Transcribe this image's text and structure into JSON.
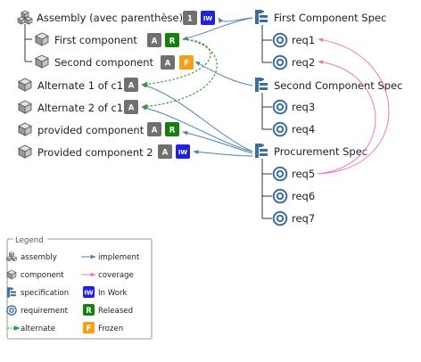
{
  "colors": {
    "implement": "#4a7fb0",
    "coverage": "#f07ab8",
    "alternate": "#3a9a3a",
    "tree_line": "#333333",
    "badge_gray": "#707070",
    "badge_in_work": "#1e22d8",
    "badge_released": "#16800e",
    "badge_frozen": "#f5a017",
    "spec_icon": "#3b6fa0",
    "requirement_icon": "#3b6fa0"
  },
  "components": {
    "assembly": {
      "label": "Assembly (avec parenthèse)",
      "badges": [
        "1",
        "IW"
      ]
    },
    "first": {
      "label": "First component",
      "badges": [
        "A",
        "R"
      ]
    },
    "second": {
      "label": "Second component",
      "badges": [
        "A",
        "F"
      ]
    },
    "alt1": {
      "label": "Alternate 1 of c1",
      "badges": [
        "A"
      ]
    },
    "alt2": {
      "label": "Alternate 2 of c1",
      "badges": [
        "A"
      ]
    },
    "provided": {
      "label": "provided component",
      "badges": [
        "A",
        "R"
      ]
    },
    "provided2": {
      "label": "Provided component 2",
      "badges": [
        "A",
        "IW"
      ]
    }
  },
  "specs": {
    "first": {
      "label": "First Component Spec",
      "requirements": [
        "req1",
        "req2"
      ]
    },
    "second": {
      "label": "Second Component Spec",
      "requirements": [
        "req3",
        "req4"
      ]
    },
    "procurement": {
      "label": "Procurement Spec",
      "requirements": [
        "req5",
        "req6",
        "req7"
      ]
    }
  },
  "legend": {
    "title": "Legend",
    "assembly": "assembly",
    "component": "component",
    "specification": "specification",
    "requirement": "requirement",
    "alternate": "alternate",
    "implement": "implement",
    "coverage": "coverage",
    "in_work": "In Work",
    "in_work_badge": "IW",
    "released": "Released",
    "released_badge": "R",
    "frozen": "Frozen",
    "frozen_badge": "F"
  }
}
